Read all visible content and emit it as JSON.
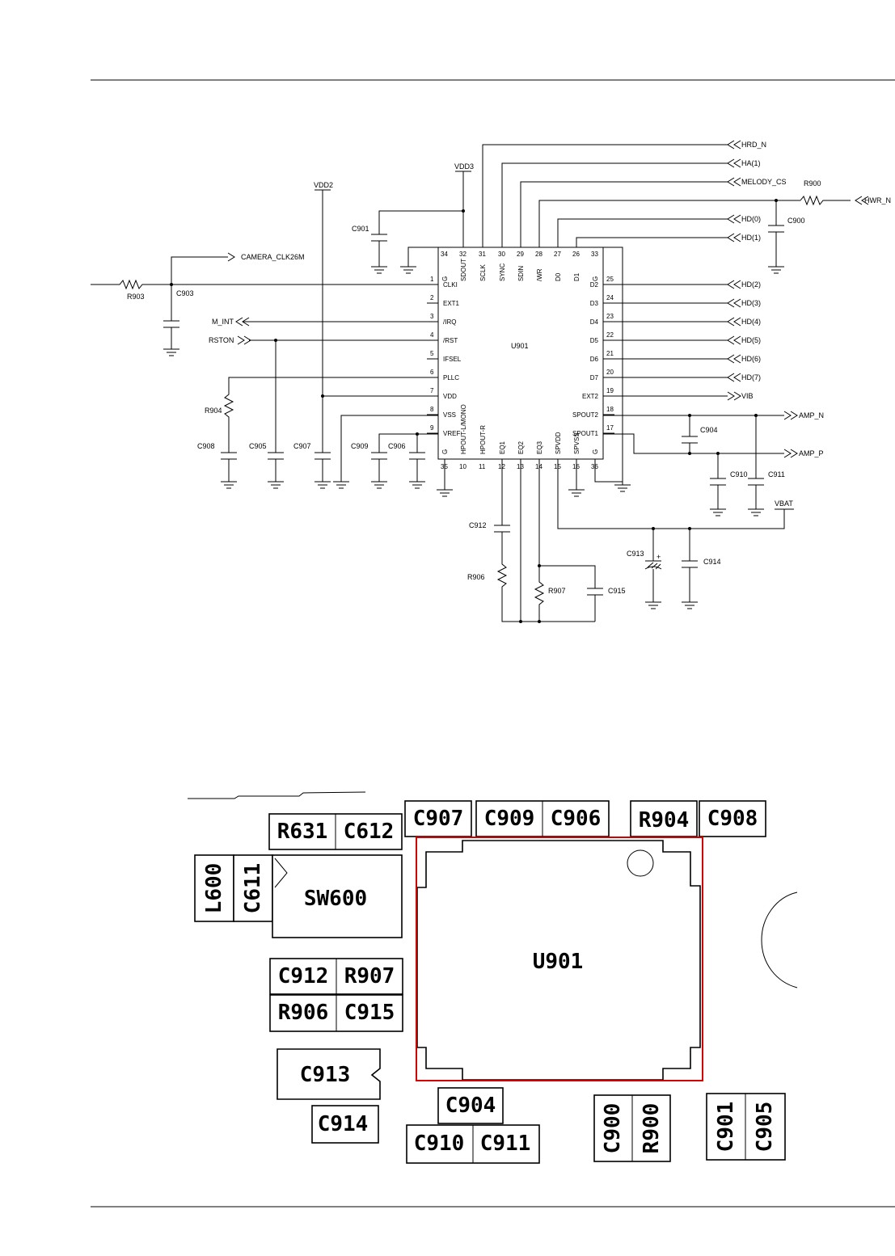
{
  "schematic": {
    "ic": {
      "ref": "U901",
      "left_pins": [
        {
          "num": "1",
          "name": "CLKI"
        },
        {
          "num": "2",
          "name": "EXT1"
        },
        {
          "num": "3",
          "name": "/IRQ"
        },
        {
          "num": "4",
          "name": "/RST"
        },
        {
          "num": "5",
          "name": "IFSEL"
        },
        {
          "num": "6",
          "name": "PLLC"
        },
        {
          "num": "7",
          "name": "VDD"
        },
        {
          "num": "8",
          "name": "VSS"
        },
        {
          "num": "9",
          "name": "VREF"
        }
      ],
      "right_pins": [
        {
          "num": "25",
          "name": "D2"
        },
        {
          "num": "24",
          "name": "D3"
        },
        {
          "num": "23",
          "name": "D4"
        },
        {
          "num": "22",
          "name": "D5"
        },
        {
          "num": "21",
          "name": "D6"
        },
        {
          "num": "20",
          "name": "D7"
        },
        {
          "num": "19",
          "name": "EXT2"
        },
        {
          "num": "18",
          "name": "SPOUT2"
        },
        {
          "num": "17",
          "name": "SPOUT1"
        }
      ],
      "top_pins": [
        {
          "num": "34",
          "name": "G"
        },
        {
          "num": "32",
          "name": "SDOUT"
        },
        {
          "num": "31",
          "name": "SCLK"
        },
        {
          "num": "30",
          "name": "SYNC"
        },
        {
          "num": "29",
          "name": "SDIN"
        },
        {
          "num": "28",
          "name": "/WR"
        },
        {
          "num": "27",
          "name": "D0"
        },
        {
          "num": "26",
          "name": "D1"
        },
        {
          "num": "33",
          "name": "G"
        }
      ],
      "bottom_pins": [
        {
          "num": "35",
          "name": "G"
        },
        {
          "num": "10",
          "name": "HPOUT-L/MONO"
        },
        {
          "num": "11",
          "name": "HPOUT-R"
        },
        {
          "num": "12",
          "name": "EQ1"
        },
        {
          "num": "13",
          "name": "EQ2"
        },
        {
          "num": "14",
          "name": "EQ3"
        },
        {
          "num": "15",
          "name": "SPVDD"
        },
        {
          "num": "16",
          "name": "SPVSS"
        },
        {
          "num": "36",
          "name": "G"
        }
      ]
    },
    "right_nets": [
      "HD(2)",
      "HD(3)",
      "HD(4)",
      "HD(5)",
      "HD(6)",
      "HD(7)",
      "VIB"
    ],
    "top_nets": [
      "HRD_N",
      "HA(1)",
      "MELODY_CS",
      "HD(0)",
      "HD(1)"
    ],
    "hwr_net": "HWR_N",
    "amp_nets": [
      "AMP_N",
      "AMP_P"
    ],
    "left_nets": {
      "clk": "CAMERA_CLK26M",
      "irq": "M_INT",
      "rst": "RSTON"
    },
    "power": {
      "vdd2": "VDD2",
      "vdd3": "VDD3",
      "vbat": "VBAT"
    },
    "components": {
      "c901": "C901",
      "c900": "C900",
      "r900": "R900",
      "r903": "R903",
      "c903": "C903",
      "r904": "R904",
      "c908": "C908",
      "c905": "C905",
      "c907": "C907",
      "c909": "C909",
      "c906": "C906",
      "c904": "C904",
      "c910": "C910",
      "c911": "C911",
      "c912": "C912",
      "r906": "R906",
      "r907": "R907",
      "c915": "C915",
      "c913": "C913",
      "c914": "C914"
    },
    "c913_polarity": "+"
  },
  "layout": {
    "r631": "R631",
    "c612": "C612",
    "c907": "C907",
    "c909": "C909",
    "c906": "C906",
    "r904": "R904",
    "c908": "C908",
    "l600": "L600",
    "c611": "C611",
    "sw600": "SW600",
    "u901": "U901",
    "c912": "C912",
    "r907": "R907",
    "r906": "R906",
    "c915": "C915",
    "c913": "C913",
    "c914": "C914",
    "c904": "C904",
    "c910": "C910",
    "c911": "C911",
    "c900": "C900",
    "r900": "R900",
    "c901": "C901",
    "c905": "C905",
    "highlight_color": "#d40000"
  }
}
